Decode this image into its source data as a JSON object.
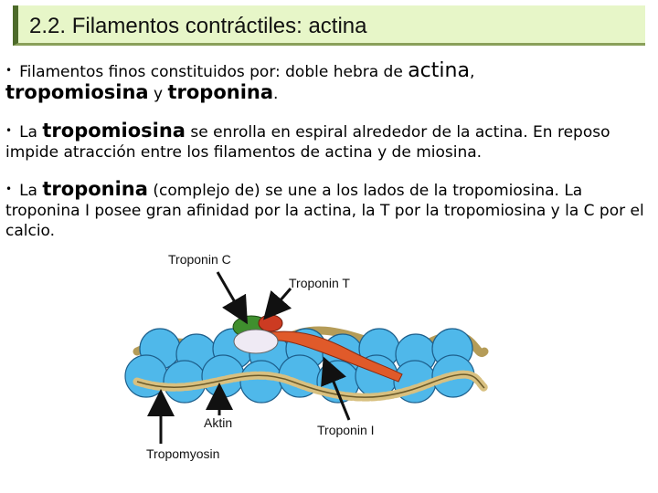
{
  "slide": {
    "title": "2.2. Filamentos contráctiles: actina"
  },
  "bullets": [
    {
      "symbol": "•",
      "parts": [
        "Filamentos finos constituidos por: doble hebra de ",
        "actina",
        ",",
        "tropomiosina",
        " y ",
        "troponina",
        "."
      ]
    },
    {
      "symbol": "•",
      "parts": [
        "La ",
        "tropomiosina",
        " se enrolla en espiral alrededor de la actina. En reposo impide atracción entre los filamentos de actina  y de miosina."
      ]
    },
    {
      "symbol": "•",
      "parts": [
        "La ",
        "troponina",
        " (complejo de) se une a los lados de la tropomiosina. La troponina I posee gran afinidad por la actina, la T por la tropomiosina y la C por el calcio."
      ]
    }
  ],
  "diagram": {
    "labels": {
      "troponin_c": "Troponin C",
      "troponin_t": "Troponin T",
      "aktin": "Aktin",
      "troponin_i": "Troponin I",
      "tropomyosin": "Tropomyosin"
    },
    "colors": {
      "actin_bead": "#4fb8ea",
      "actin_outline": "#1d5f8c",
      "tropomyosin_strand": "#d8c080",
      "troponin_c": "#cc3b22",
      "troponin_t": "#3f8f2e",
      "troponin_i": "#e05a2a",
      "troponin_core": "#efeaf4"
    }
  }
}
